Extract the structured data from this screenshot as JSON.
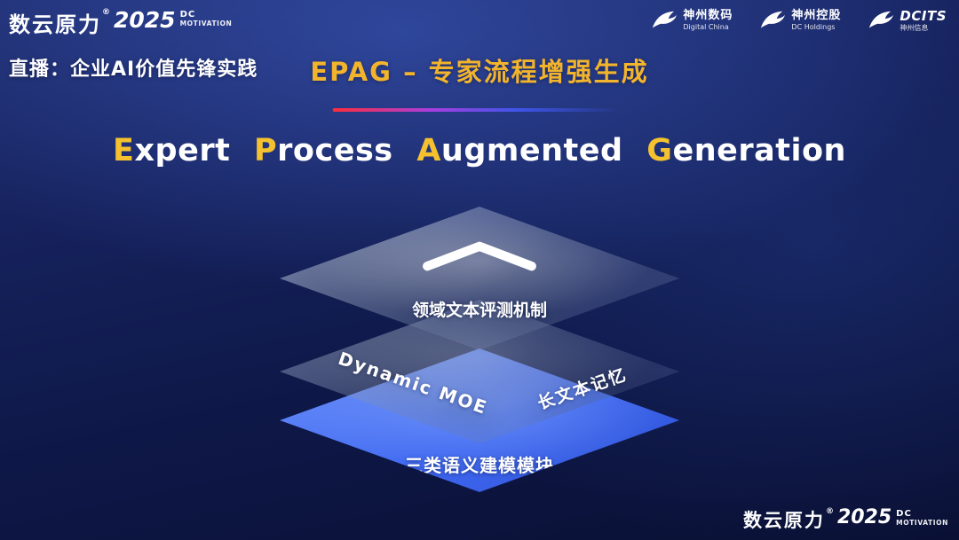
{
  "theme": {
    "accent_gold": "#F2B42C",
    "layer_blue": "#3F68F0",
    "background_navy": "#10194E",
    "divider_gradient": [
      "#FF2D38",
      "#A93EE0",
      "#3F55E8"
    ]
  },
  "header": {
    "brand": {
      "name_cn": "数云原力",
      "reg": "®",
      "year": "2025",
      "dc": "DC",
      "motivation": "MOTIVATION"
    },
    "live_label": "直播：企业AI价值先锋实践",
    "slide_title": "EPAG – 专家流程增强生成",
    "corp_logos": [
      {
        "name": "神州数码",
        "sub": "Digital China"
      },
      {
        "name": "神州控股",
        "sub": "DC Holdings"
      },
      {
        "name": "DCITS",
        "sub": "神州信息"
      }
    ]
  },
  "main": {
    "subtitle_words": [
      {
        "initial": "E",
        "rest": "xpert"
      },
      {
        "initial": "P",
        "rest": "rocess"
      },
      {
        "initial": "A",
        "rest": "ugmented"
      },
      {
        "initial": "G",
        "rest": "eneration"
      }
    ],
    "diagram": {
      "top_layer_label": "领域文本评测机制",
      "middle_layer_left_label": "Dynamic MOE",
      "middle_layer_right_label": "长文本记忆",
      "bottom_layer_label": "三类语义建模模块"
    }
  },
  "footer": {
    "brand": {
      "name_cn": "数云原力",
      "reg": "®",
      "year": "2025",
      "dc": "DC",
      "motivation": "MOTIVATION"
    }
  }
}
